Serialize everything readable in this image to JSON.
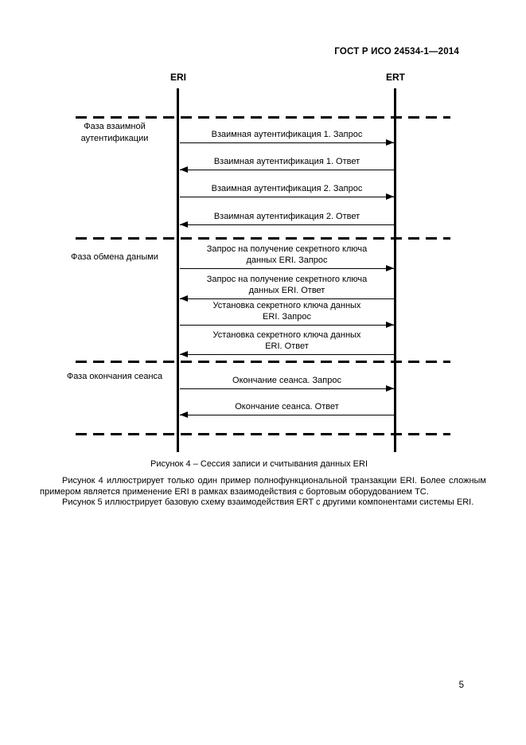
{
  "page": {
    "header": "ГОСТ Р ИСО 24534-1—2014",
    "page_number": "5"
  },
  "diagram": {
    "type": "sequence-diagram",
    "actors": [
      {
        "id": "eri",
        "label": "ERI"
      },
      {
        "id": "ert",
        "label": "ERT"
      }
    ],
    "phases": [
      {
        "lines": [
          "Фаза взаимной",
          "аутентификации"
        ]
      },
      {
        "lines": [
          "Фаза обмена даными"
        ]
      },
      {
        "lines": [
          "Фаза окончания сеанса"
        ]
      }
    ],
    "messages": [
      {
        "lines": [
          "Взаимная аутентификация 1. Запрос"
        ],
        "direction": "right",
        "from": "ERI",
        "to": "ERT",
        "phase": 0
      },
      {
        "lines": [
          "Взаимная аутентификация 1. Ответ"
        ],
        "direction": "left",
        "from": "ERT",
        "to": "ERI",
        "phase": 0
      },
      {
        "lines": [
          "Взаимная аутентификация 2. Запрос"
        ],
        "direction": "right",
        "from": "ERI",
        "to": "ERT",
        "phase": 0
      },
      {
        "lines": [
          "Взаимная аутентификация 2. Ответ"
        ],
        "direction": "left",
        "from": "ERT",
        "to": "ERI",
        "phase": 0
      },
      {
        "lines": [
          "Запрос на получение секретного ключа",
          "данных ERI. Запрос"
        ],
        "direction": "right",
        "from": "ERI",
        "to": "ERT",
        "phase": 1
      },
      {
        "lines": [
          "Запрос на получение секретного ключа",
          "данных ERI. Ответ"
        ],
        "direction": "left",
        "from": "ERT",
        "to": "ERI",
        "phase": 1
      },
      {
        "lines": [
          "Установка секретного ключа данных",
          "ERI. Запрос"
        ],
        "direction": "right",
        "from": "ERI",
        "to": "ERT",
        "phase": 1
      },
      {
        "lines": [
          "Установка секретного ключа данных",
          "ERI. Ответ"
        ],
        "direction": "left",
        "from": "ERT",
        "to": "ERI",
        "phase": 1
      },
      {
        "lines": [
          "Окончание сеанса. Запрос"
        ],
        "direction": "right",
        "from": "ERI",
        "to": "ERT",
        "phase": 2
      },
      {
        "lines": [
          "Окончание сеанса. Ответ"
        ],
        "direction": "left",
        "from": "ERT",
        "to": "ERI",
        "phase": 2
      }
    ],
    "caption": "Рисунок 4 – Сессия записи и считывания данных ERI"
  },
  "body": {
    "paragraph1": "Рисунок 4 иллюстрирует только один пример полнофункциональной транзакции ERI. Более сложным примером является применение ERI в рамках взаимодействия с бортовым оборудованием ТС.",
    "paragraph2": "Рисунок 5 иллюстрирует базовую схему взаимодействия ERT с другими компонентами системы ERI."
  },
  "colors": {
    "ink": "#000000",
    "paper": "#ffffff"
  }
}
